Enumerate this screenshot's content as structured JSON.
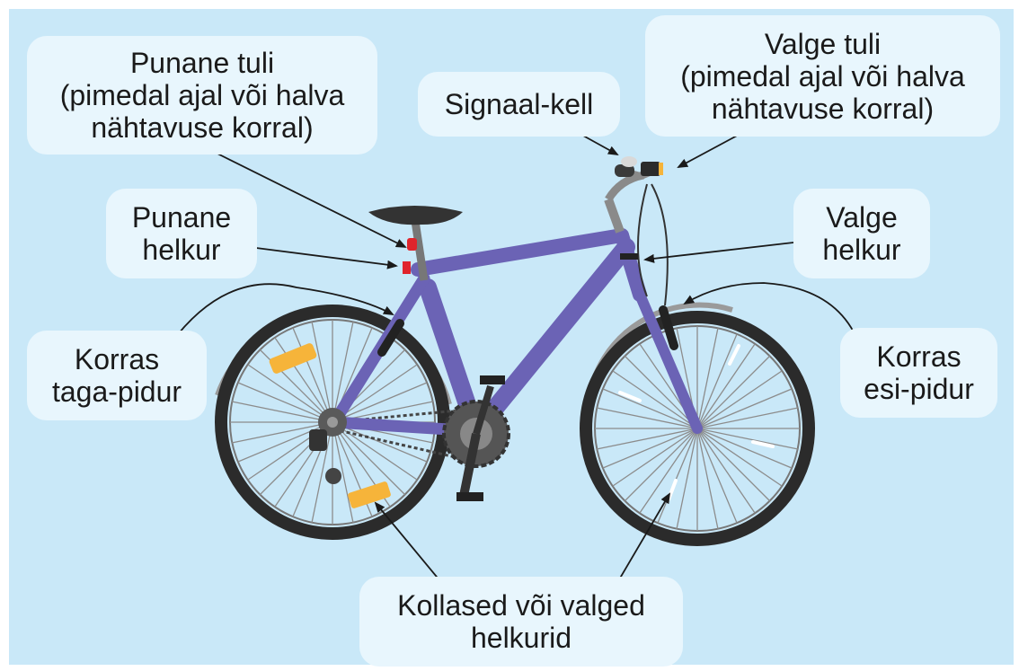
{
  "labels": {
    "red_light": [
      "Punane tuli",
      "(pimedal ajal või halva",
      "nähtavuse korral)"
    ],
    "signal_bell": [
      "Signaal-kell"
    ],
    "white_light": [
      "Valge tuli",
      "(pimedal ajal või halva",
      "nähtavuse korral)"
    ],
    "red_reflector": [
      "Punane",
      "helkur"
    ],
    "white_reflector": [
      "Valge",
      "helkur"
    ],
    "rear_brake": [
      "Korras",
      "taga-pidur"
    ],
    "front_brake": [
      "Korras",
      "esi-pidur"
    ],
    "wheel_reflectors": [
      "Kollased või valged",
      "helkurid"
    ]
  },
  "colors": {
    "background": "#c9e8f8",
    "label_bg": "#e8f6fd",
    "frame": "#6b63b5",
    "tire": "#2b2b2b",
    "fender": "#9a9a9a",
    "reflector_yellow": "#f6b43a",
    "reflector_red": "#e0242c"
  }
}
